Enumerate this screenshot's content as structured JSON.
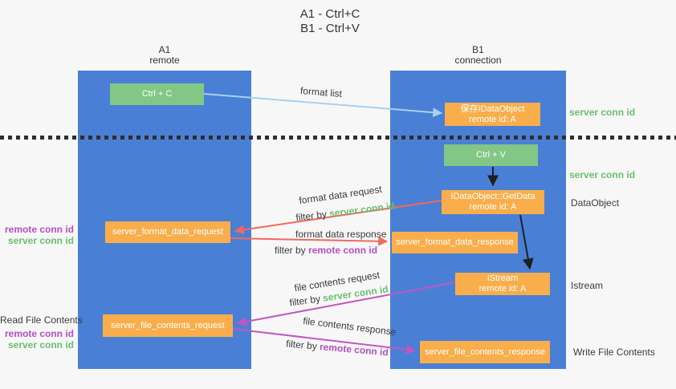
{
  "title": {
    "line1": "A1 - Ctrl+C",
    "line2": "B1 - Ctrl+V"
  },
  "columns": {
    "a": {
      "name": "A1",
      "role": "remote"
    },
    "b": {
      "name": "B1",
      "role": "connection"
    }
  },
  "nodes": {
    "ctrl_c": "Ctrl + C",
    "save_idataobject": {
      "line1": "保存IDataObject",
      "line2": "remote id: A"
    },
    "ctrl_v": "Ctrl + V",
    "getdata": {
      "line1": "IDataObject::GetData",
      "line2": "remote id: A"
    },
    "format_request": "server_format_data_request",
    "format_response": "server_format_data_response",
    "istream": {
      "line1": "IStream",
      "line2": "remote id: A"
    },
    "file_request": "server_file_contents_request",
    "file_response": "server_file_contents_response"
  },
  "arrow_labels": {
    "format_list": "format list",
    "format_data_request": "format data request",
    "format_data_response": "format data response",
    "file_contents_request": "file contents request",
    "file_contents_response": "file contents response",
    "filter_by": "filter by ",
    "server_conn_id": "server conn id",
    "remote_conn_id": "remote conn id"
  },
  "side_labels": {
    "right_server_conn_id_top": "server conn id",
    "right_server_conn_id_mid": "server conn id",
    "data_object": "DataObject",
    "istream": "Istream",
    "write_file_contents": "Write File Contents",
    "left_remote_conn_id_mid": "remote conn id",
    "left_server_conn_id_mid": "server conn id",
    "read_file_contents": "Read File Contents",
    "left_remote_conn_id_bottom": "remote conn id",
    "left_server_conn_id_bottom": "server conn id"
  },
  "colors": {
    "lane_blue": "#4a7fd6",
    "node_green": "#82c785",
    "node_orange": "#f9ae4b",
    "arrow_light_blue": "#a6d2ee",
    "arrow_salmon": "#f0695e",
    "arrow_magenta": "#c057c0",
    "arrow_black": "#1f1f1f",
    "server_conn_id_green": "#6abf6e",
    "remote_conn_id_purple": "#b44fc4",
    "background": "#f7f7f7"
  }
}
